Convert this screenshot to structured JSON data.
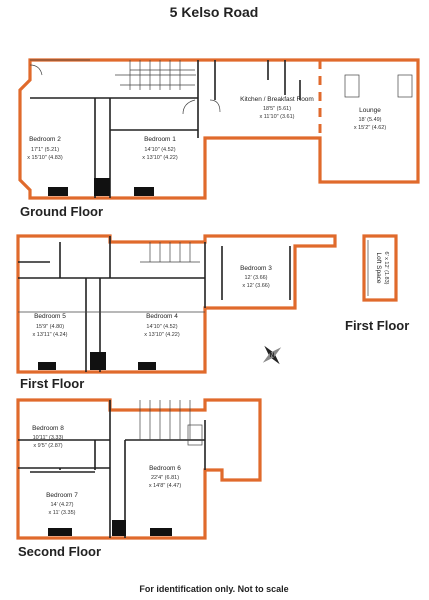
{
  "title": "5 Kelso Road",
  "floors": {
    "ground": "Ground Floor",
    "first": "First Floor",
    "first_loft": "First Floor",
    "second": "Second Floor"
  },
  "rooms": {
    "bedroom2": {
      "name": "Bedroom 2",
      "dim1": "17'1\" (5.21)",
      "dim2": "x 15'10\" (4.83)"
    },
    "bedroom1": {
      "name": "Bedroom 1",
      "dim1": "14'10\" (4.52)",
      "dim2": "x 13'10\" (4.22)"
    },
    "kitchen": {
      "name": "Kitchen / Breakfast Room",
      "dim1": "18'5\" (5.61)",
      "dim2": "x 11'10\" (3.61)"
    },
    "lounge": {
      "name": "Lounge",
      "dim1": "18' (5.49)",
      "dim2": "x 15'2\" (4.62)"
    },
    "bedroom3": {
      "name": "Bedroom 3",
      "dim1": "12' (3.66)",
      "dim2": "x 12' (3.66)"
    },
    "loft": {
      "name": "Loft Space",
      "dim1": "6' x 12' (1.83)"
    },
    "bedroom5": {
      "name": "Bedroom 5",
      "dim1": "15'9\" (4.80)",
      "dim2": "x 13'11\" (4.24)"
    },
    "bedroom4": {
      "name": "Bedroom 4",
      "dim1": "14'10\" (4.52)",
      "dim2": "x 13'10\" (4.22)"
    },
    "bedroom8": {
      "name": "Bedroom 8",
      "dim1": "10'11\" (3.33)",
      "dim2": "x 9'5\" (2.87)"
    },
    "bedroom6": {
      "name": "Bedroom 6",
      "dim1": "22'4\" (6.81)",
      "dim2": "x 14'8\" (4.47)"
    },
    "bedroom7": {
      "name": "Bedroom 7",
      "dim1": "14' (4.27)",
      "dim2": "x 11' (3.35)"
    }
  },
  "compass": "N",
  "footer": "For identification only. Not to scale",
  "colors": {
    "walls": "#e06a2c",
    "interior": "#222222"
  }
}
